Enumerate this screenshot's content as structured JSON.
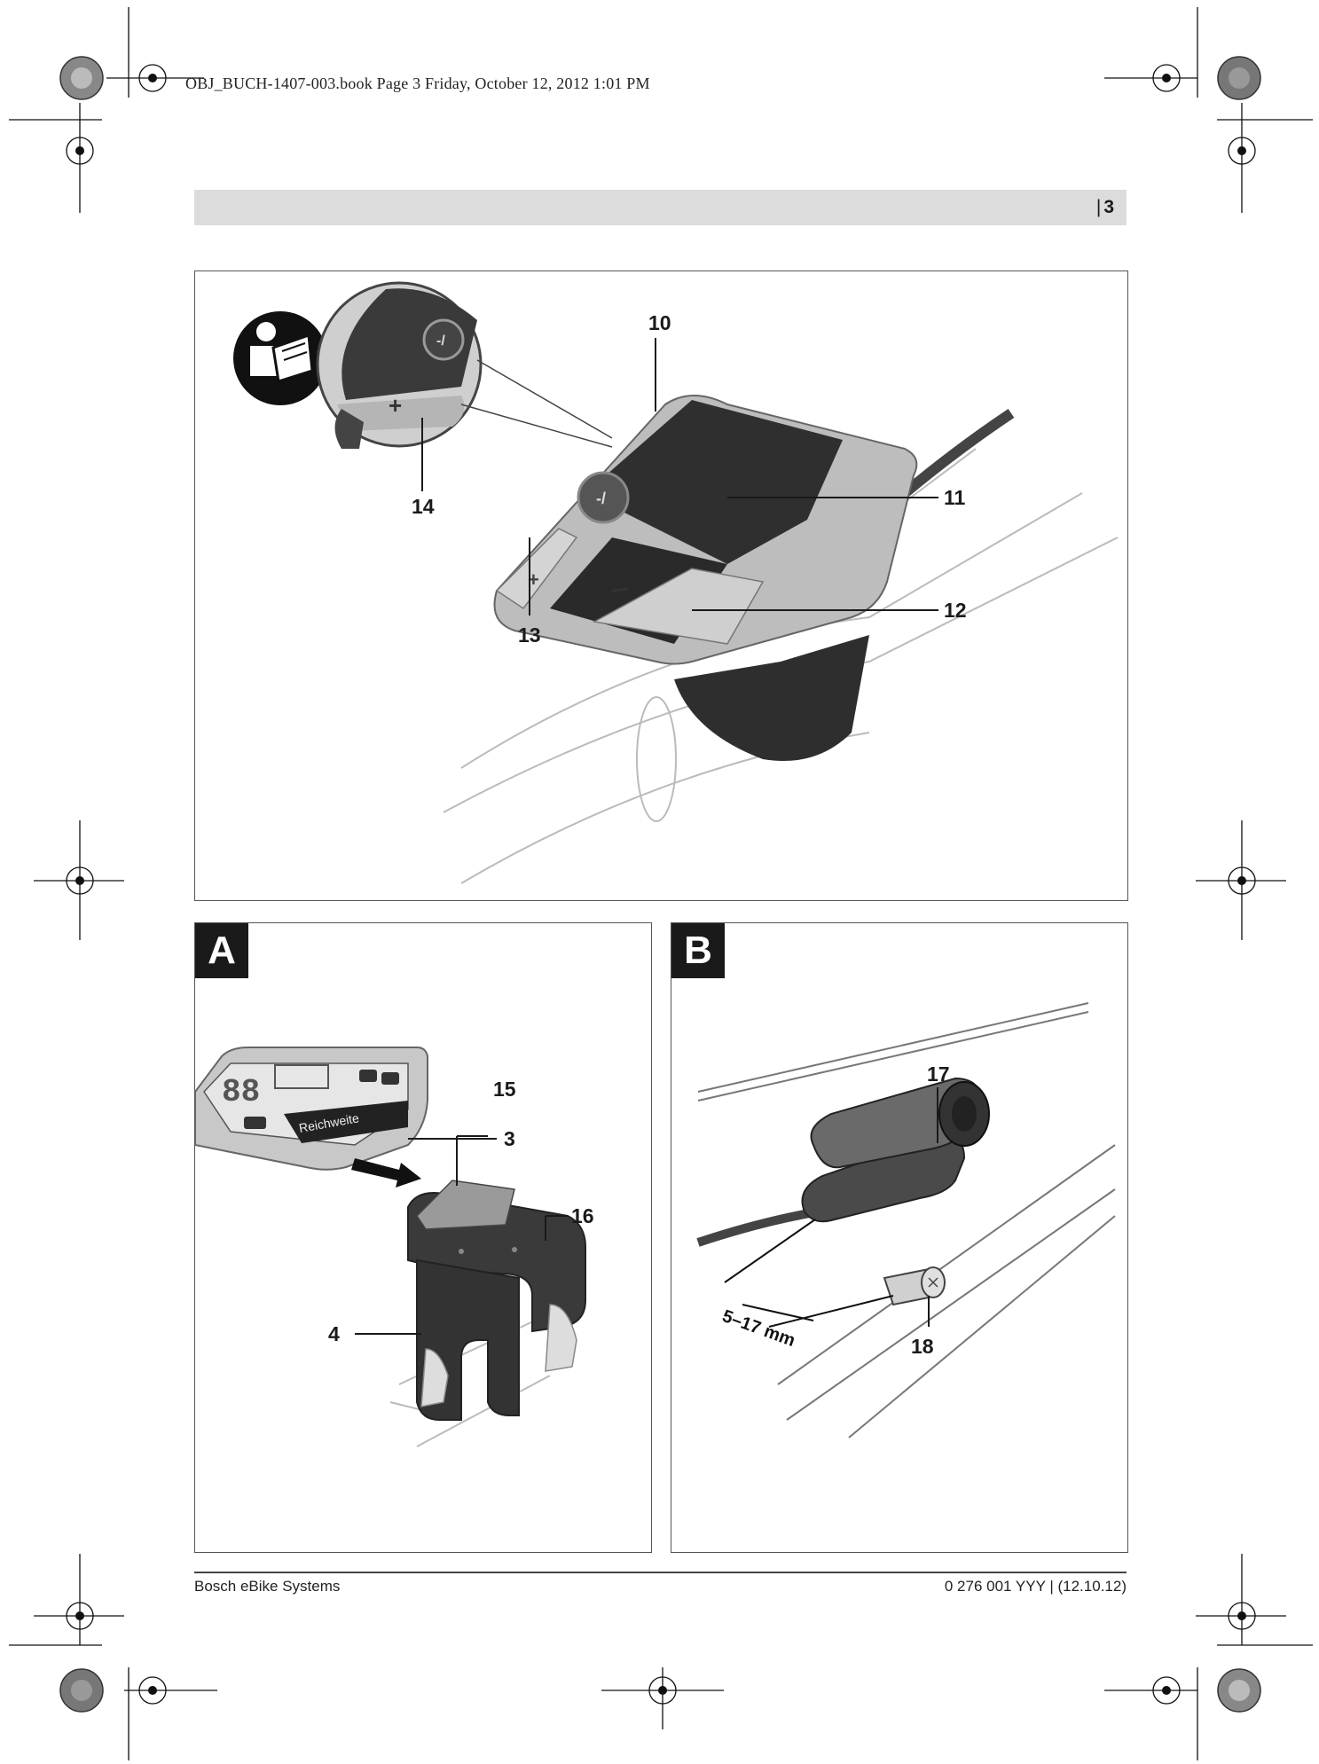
{
  "print_slug": "OBJ_BUCH-1407-003.book  Page 3  Friday, October 12, 2012  1:01 PM",
  "header": {
    "separator": "|",
    "page_number": "3"
  },
  "figure_main": {
    "callouts": {
      "c10": "10",
      "c11": "11",
      "c12": "12",
      "c13": "13",
      "c14": "14"
    },
    "manual_icon": "read-manual-icon"
  },
  "figure_a": {
    "letter": "A",
    "display_text": "Reichweite",
    "callouts": {
      "c3": "3",
      "c4": "4",
      "c15": "15",
      "c16": "16"
    }
  },
  "figure_b": {
    "letter": "B",
    "dimension_label": "5–17 mm",
    "callouts": {
      "c17": "17",
      "c18": "18"
    }
  },
  "footer": {
    "left": "Bosch eBike Systems",
    "right": "0 276 001 YYY | (12.10.12)"
  },
  "colors": {
    "header_bar": "#dcdcdc",
    "badge": "#1a1a1a",
    "line_art": "#555555"
  }
}
